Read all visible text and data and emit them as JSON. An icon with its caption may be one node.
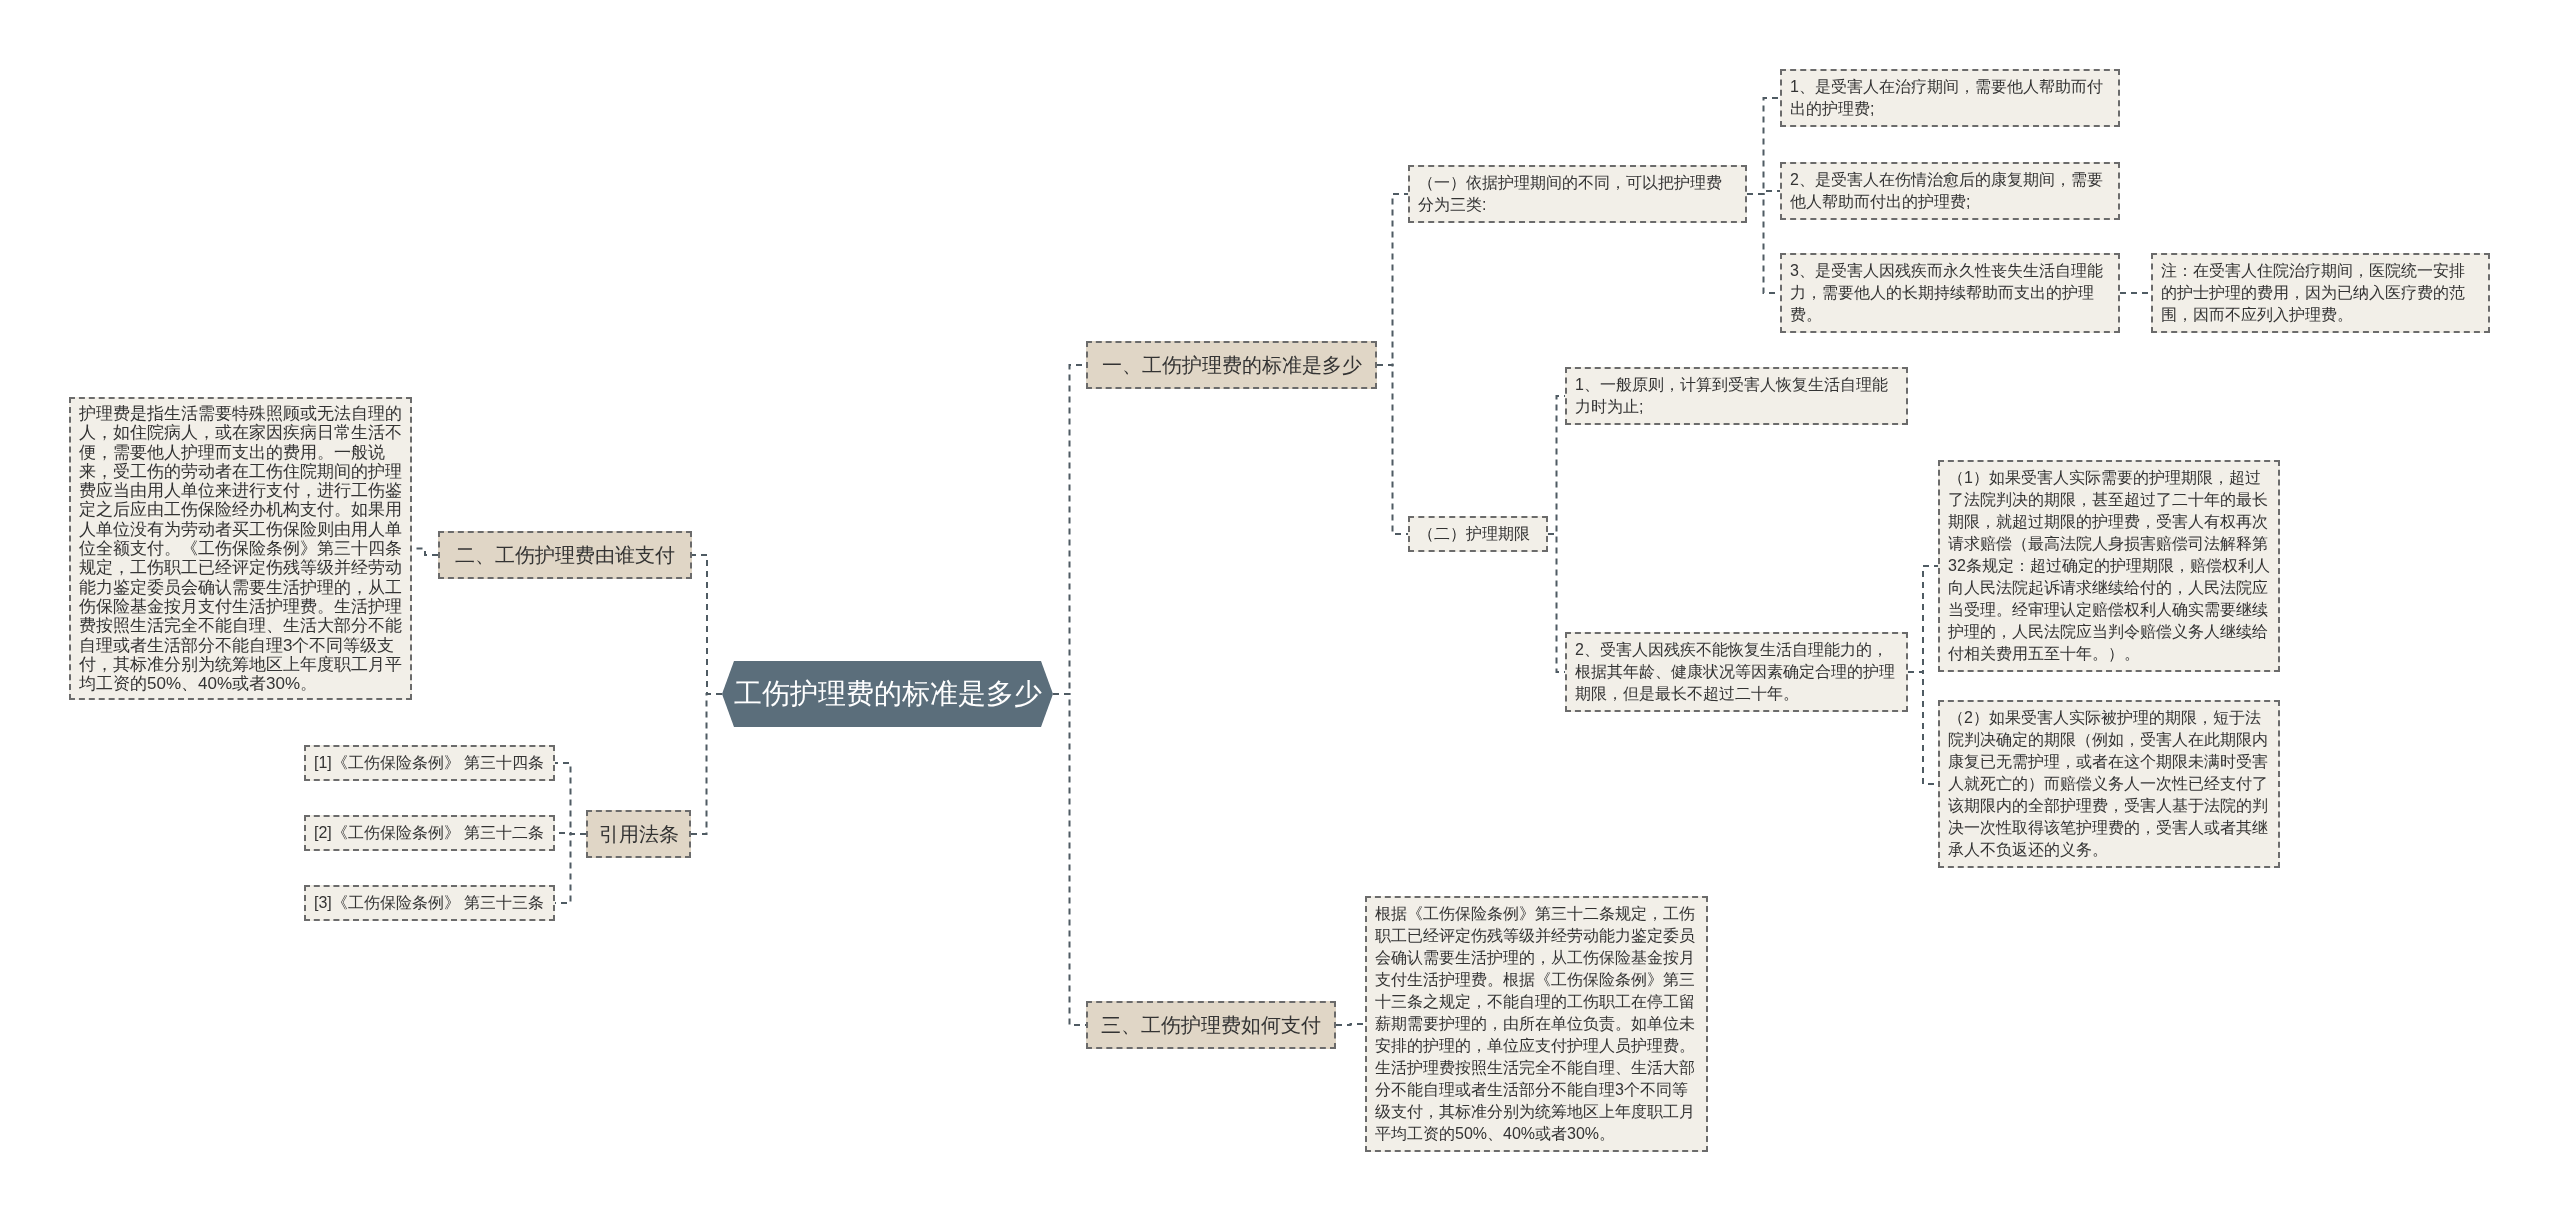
{
  "diagram": {
    "nodes": [
      {
        "text": [
          "工伤护理费的标准是多少"
        ]
      },
      {
        "text": [
          "一、工伤护理费的标准是多少"
        ]
      },
      {
        "text": [
          "（一）依据护理期间的不同，可以把护理费分为三类:"
        ]
      },
      {
        "text": [
          "1、是受害人在治疗期间，需要他人帮助而付出的护理费;"
        ]
      },
      {
        "text": [
          "2、是受害人在伤情治愈后的康复期间，需要他人帮助而付出的护理费;"
        ]
      },
      {
        "text": [
          "3、是受害人因残疾而永久性丧失生活自理能力，需要他人的长期持续帮助而支出的护理费。"
        ]
      },
      {
        "text": [
          "注：在受害人住院治疗期间，医院统一安排的护士护理的费用，因为已纳入医疗费的范围，因而不应列入护理费。"
        ]
      },
      {
        "text": [
          "（二）护理期限"
        ]
      },
      {
        "text": [
          "1、一般原则，计算到受害人恢复生活自理能力时为止;"
        ]
      },
      {
        "text": [
          "2、受害人因残疾不能恢复生活自理能力的，根据其年龄、健康状况等因素确定合理的护理期限，但是最长不超过二十年。"
        ]
      },
      {
        "text": [
          "（1）如果受害人实际需要的护理期限，超过了法院判决的期限，甚至超过了二十年的最长期限，就超过期限的护理费，受害人有权再次请求赔偿（最高法院人身损害赔偿司法解释第32条规定：超过确定的护理期限，赔偿权利人向人民法院起诉请求继续给付的，人民法院应当受理。经审理认定赔偿权利人确实需要继续护理的，人民法院应当判令赔偿义务人继续给付相关费用五至十年。）。"
        ]
      },
      {
        "text": [
          "（2）如果受害人实际被护理的期限，短于法院判决确定的期限（例如，受害人在此期限内康复已无需护理，或者在这个期限未满时受害人就死亡的）而赔偿义务人一次性已经支付了该期限内的全部护理费，受害人基于法院的判决一次性取得该笔护理费的，受害人或者其继承人不负返还的义务。"
        ]
      },
      {
        "text": [
          "三、工伤护理费如何支付"
        ]
      },
      {
        "text": [
          "根据《工伤保险条例》第三十二条规定，工伤职工已经评定伤残等级并经劳动能力鉴定委员会确认需要生活护理的，从工伤保险基金按月支付生活护理费。根据《工伤保险条例》第三十三条之规定，不能自理的工伤职工在停工留薪期需要护理的，由所在单位负责。如单位未安排的护理的，单位应支付护理人员护理费。生活护理费按照生活完全不能自理、生活大部分不能自理或者生活部分不能自理3个不同等级支付，其标准分别为统筹地区上年度职工月平均工资的50%、40%或者30%。"
        ]
      },
      {
        "text": [
          "二、工伤护理费由谁支付"
        ]
      },
      {
        "text": [
          "护理费是指生活需要特殊照顾或无法自理的人，如住院病人，或在家因疾病日常生活不便，需要他人护理而支出的费用。一般说来，受工伤的劳动者在工伤住院期间的护理费应当由用人单位来进行支付，进行工伤鉴定之后应由工伤保险经办机构支付。如果用人单位没有为劳动者买工伤保险则由用人单位全额支付。《工伤保险条例》第三十四条规定，工伤职工已经评定伤残等级并经劳动能力鉴定委员会确认需要生活护理的，从工伤保险基金按月支付生活护理费。生活护理费按照生活完全不能自理、生活大部分不能自理或者生活部分不能自理3个不同等级支付，其标准分别为统筹地区上年度职工月平均工资的50%、40%或者30%。"
        ]
      },
      {
        "text": [
          "引用法条"
        ]
      },
      {
        "text": [
          "[1]《工伤保险条例》 第三十四条"
        ]
      },
      {
        "text": [
          "[2]《工伤保险条例》 第三十二条"
        ]
      },
      {
        "text": [
          "[3]《工伤保险条例》 第三十三条"
        ]
      }
    ],
    "edges": [
      {
        "from": 0,
        "to": 1,
        "arrow": "none"
      },
      {
        "from": 1,
        "to": 2,
        "arrow": "none"
      },
      {
        "from": 2,
        "to": 3,
        "arrow": "none"
      },
      {
        "from": 2,
        "to": 4,
        "arrow": "none"
      },
      {
        "from": 2,
        "to": 5,
        "arrow": "none"
      },
      {
        "from": 5,
        "to": 6,
        "arrow": "none"
      },
      {
        "from": 1,
        "to": 7,
        "arrow": "none"
      },
      {
        "from": 7,
        "to": 8,
        "arrow": "none"
      },
      {
        "from": 7,
        "to": 9,
        "arrow": "none"
      },
      {
        "from": 9,
        "to": 10,
        "arrow": "none"
      },
      {
        "from": 9,
        "to": 11,
        "arrow": "none"
      },
      {
        "from": 0,
        "to": 12,
        "arrow": "none"
      },
      {
        "from": 12,
        "to": 13,
        "arrow": "none"
      },
      {
        "from": 0,
        "to": 14,
        "arrow": "none"
      },
      {
        "from": 14,
        "to": 15,
        "arrow": "none"
      },
      {
        "from": 0,
        "to": 16,
        "arrow": "none"
      },
      {
        "from": 16,
        "to": 17,
        "arrow": "none"
      },
      {
        "from": 16,
        "to": 18,
        "arrow": "none"
      },
      {
        "from": 16,
        "to": 19,
        "arrow": "none"
      }
    ]
  }
}
